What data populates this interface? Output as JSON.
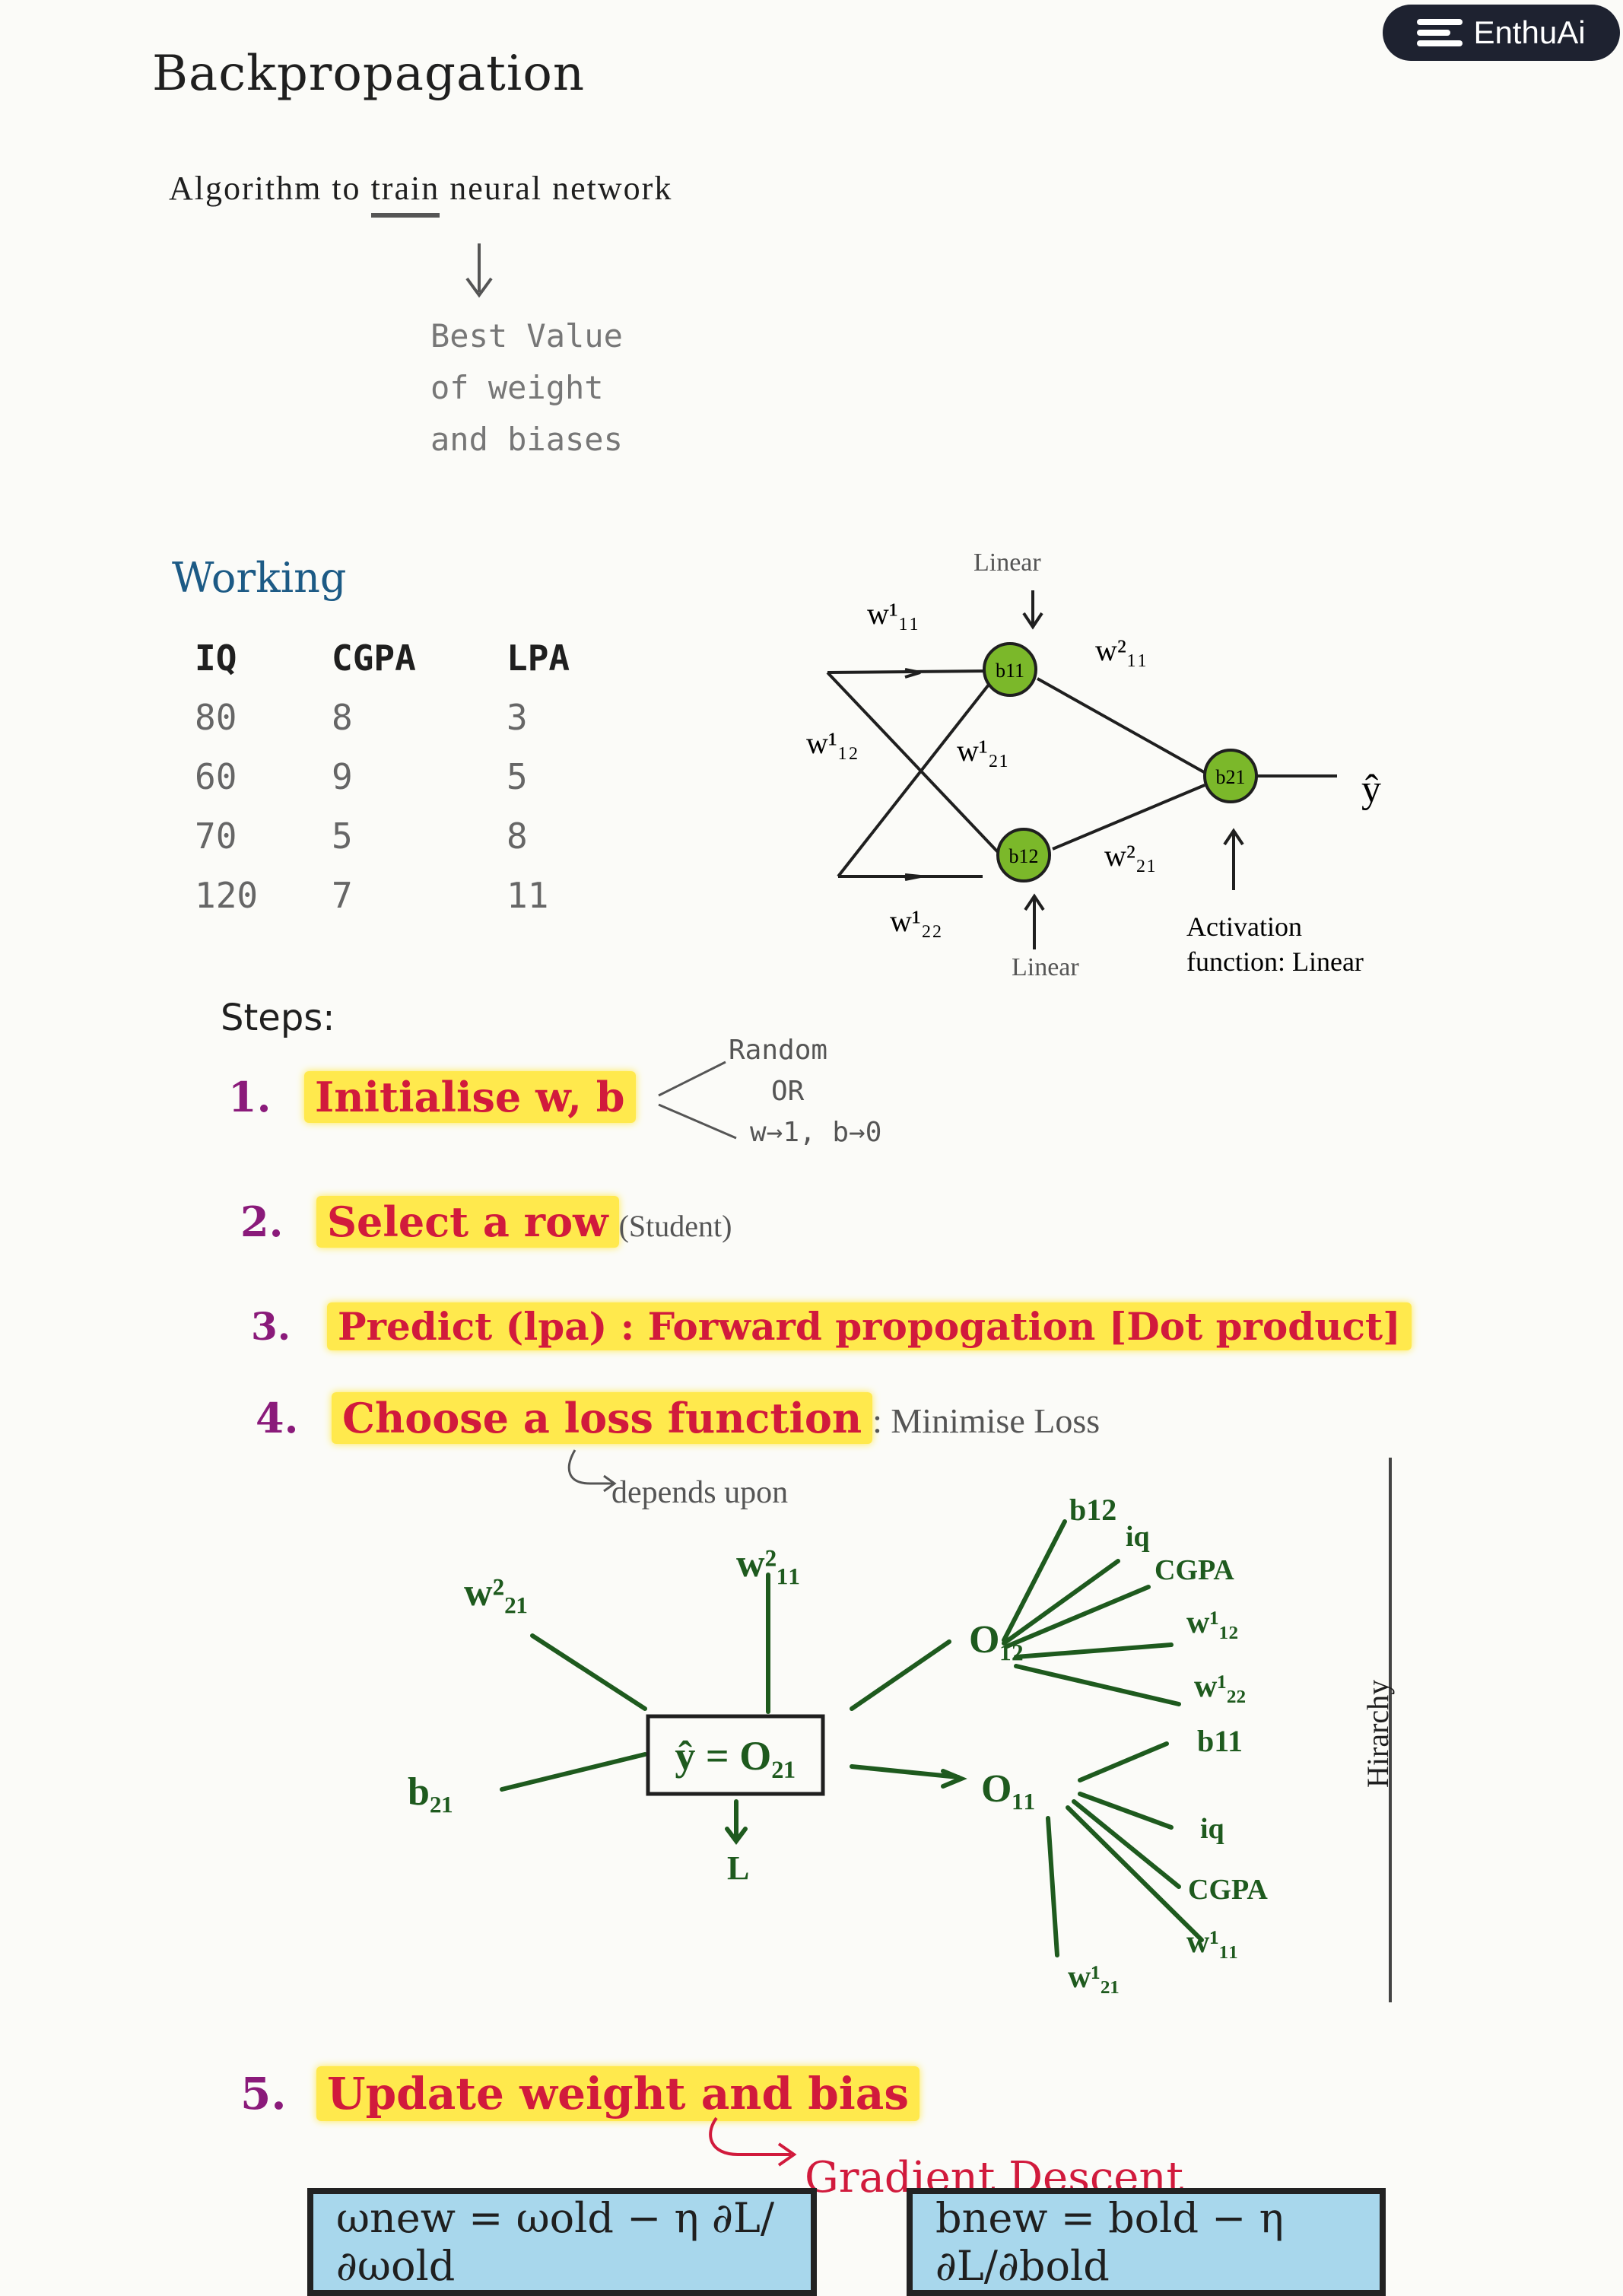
{
  "brand": {
    "name": "EnthuAi"
  },
  "title": "Backpropagation",
  "subtitle": {
    "pre": "Algorithm to ",
    "underlined": "train",
    "post": " neural network"
  },
  "best_value": [
    "Best Value",
    "of weight",
    "and biases"
  ],
  "working": "Working",
  "table": {
    "headers": [
      "IQ",
      "CGPA",
      "LPA"
    ],
    "rows": [
      [
        "80",
        "8",
        "3"
      ],
      [
        "60",
        "9",
        "5"
      ],
      [
        "70",
        "5",
        "8"
      ],
      [
        "120",
        "7",
        "11"
      ]
    ]
  },
  "network": {
    "top_linear": "Linear",
    "bottom_linear": "Linear",
    "activation": [
      "Activation",
      "function: Linear"
    ],
    "output": "ŷ",
    "nodes": {
      "b11": "b11",
      "b12": "b12",
      "b21": "b21"
    },
    "weights": {
      "w111": "w¹₁₁",
      "w112": "w¹₁₂",
      "w121": "w¹₂₁",
      "w122": "w¹₂₂",
      "w211": "w²₁₁",
      "w221": "w²₂₁"
    }
  },
  "steps_label": "Steps:",
  "steps": [
    {
      "n": "1.",
      "text": "Initialise w, b"
    },
    {
      "n": "2.",
      "text": "Select a row",
      "note": "(Student)"
    },
    {
      "n": "3.",
      "text": "Predict (lpa) : Forward propogation [Dot product]"
    },
    {
      "n": "4.",
      "text": "Choose a loss function",
      "note": ": Minimise Loss"
    },
    {
      "n": "5.",
      "text": "Update weight and bias"
    }
  ],
  "init_options": [
    "Random",
    "OR",
    "w→1, b→0"
  ],
  "depends_upon": "depends upon",
  "tree": {
    "center": "ŷ = O₂₁",
    "L": "L",
    "left": [
      "w²₂₁",
      "w²₁₁",
      "b₂₁"
    ],
    "o12": "O₁₂",
    "o11": "O₁₁",
    "o12_children": [
      "b12",
      "iq",
      "CGPA",
      "w¹₁₂",
      "w¹₂₂"
    ],
    "o11_children": [
      "b11",
      "iq",
      "CGPA",
      "w¹₁₁",
      "w¹₂₁"
    ]
  },
  "hierarchy": "Hirarchy",
  "gradient_descent": "Gradient Descent",
  "formula_w": "ωnew = ωold − η ∂L/∂ωold",
  "formula_b": "bnew = bold − η ∂L/∂bold",
  "colors": {
    "highlight": "#ffe94d",
    "step_text": "#d11a3c",
    "node": "#7bb82a",
    "tree": "#1e5a1e",
    "working": "#1c5a85"
  }
}
